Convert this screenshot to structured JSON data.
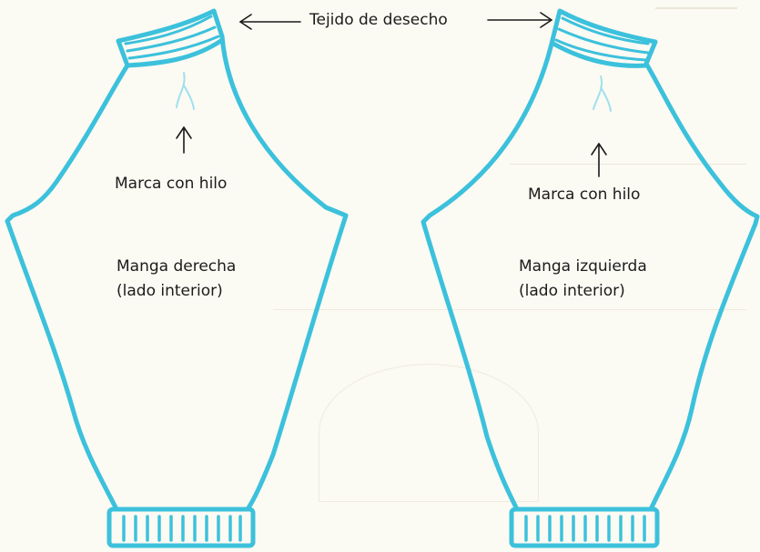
{
  "labels": {
    "waste_yarn": "Tejido de desecho",
    "thread_mark_right": "Marca con hilo",
    "thread_mark_left": "Marca con hilo",
    "right_sleeve": {
      "line1": "Manga derecha",
      "line2": "(lado interior)"
    },
    "left_sleeve": {
      "line1": "Manga izquierda",
      "line2": "(lado interior)"
    }
  },
  "colors": {
    "yarn_outline": "#3cc1dc",
    "thread_mark": "#9fe0ee",
    "text": "#1c1c1c",
    "paper": "#fbfaf3"
  }
}
